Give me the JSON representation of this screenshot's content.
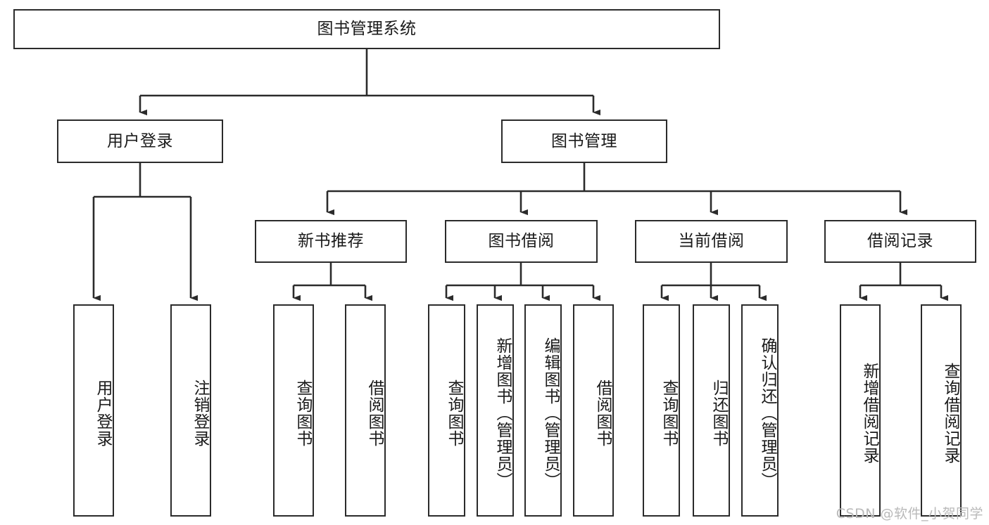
{
  "diagram": {
    "title": "图书管理系统",
    "type": "tree-hierarchy-chart",
    "colors": {
      "stroke": "#2b2b2b",
      "fill": "#ffffff",
      "text": "#1a1a1a",
      "watermark": "#b9b9b9"
    },
    "watermark": "CSDN @软件_小贺同学",
    "root": {
      "label": "图书管理系统"
    },
    "level2": [
      {
        "label": "用户登录"
      },
      {
        "label": "图书管理"
      }
    ],
    "level3": [
      {
        "label": "新书推荐"
      },
      {
        "label": "图书借阅"
      },
      {
        "label": "当前借阅"
      },
      {
        "label": "借阅记录"
      }
    ],
    "leaves": {
      "user_login": [
        {
          "label": "用户登录"
        },
        {
          "label": "注销登录"
        }
      ],
      "new_book_recommend": [
        {
          "label": "查询图书"
        },
        {
          "label": "借阅图书"
        }
      ],
      "book_borrow": [
        {
          "label": "查询图书"
        },
        {
          "label": "新增图书（管理员）"
        },
        {
          "label": "编辑图书（管理员）"
        },
        {
          "label": "借阅图书"
        }
      ],
      "current_borrow": [
        {
          "label": "查询图书"
        },
        {
          "label": "归还图书"
        },
        {
          "label": "确认归还（管理员）"
        }
      ],
      "borrow_record": [
        {
          "label": "新增借阅记录"
        },
        {
          "label": "查询借阅记录"
        }
      ]
    }
  }
}
